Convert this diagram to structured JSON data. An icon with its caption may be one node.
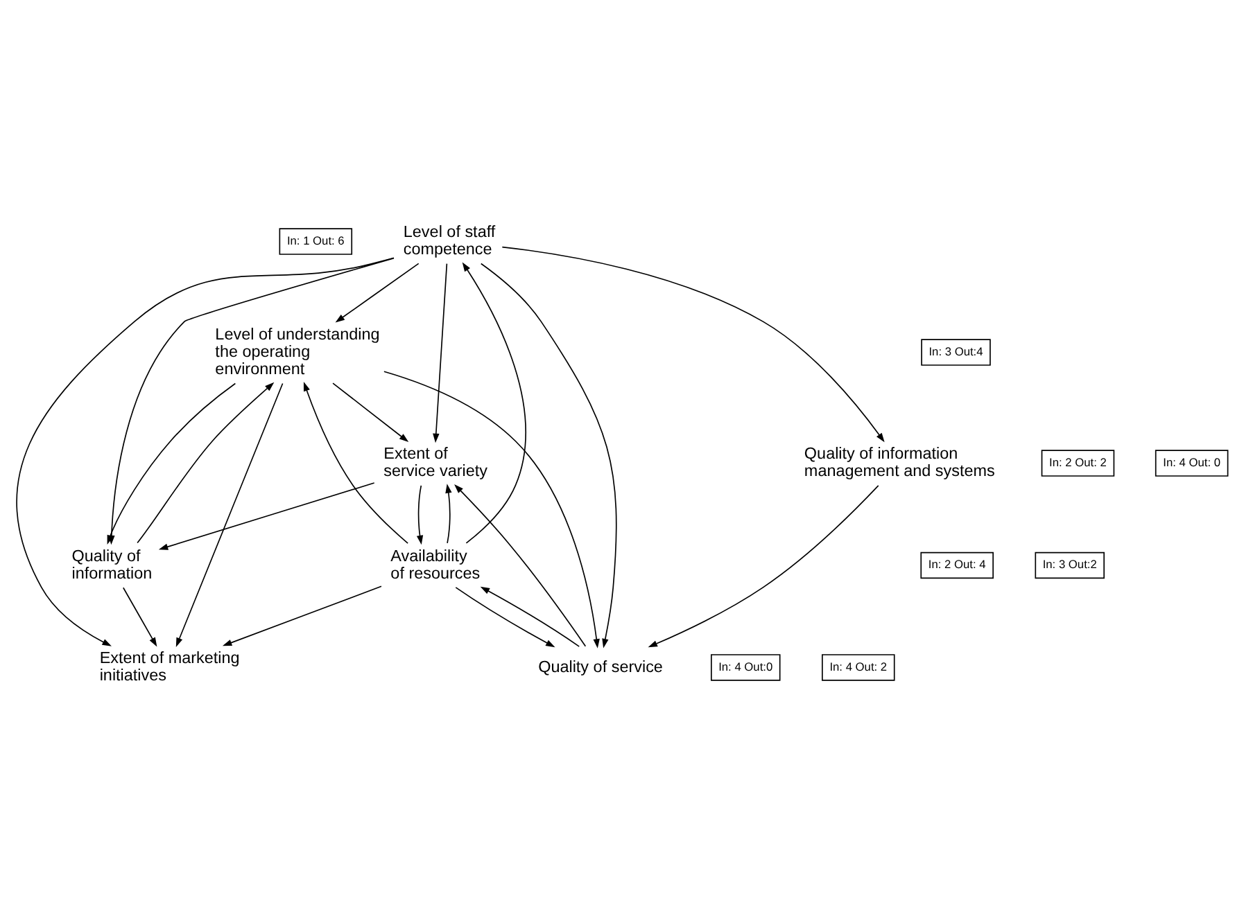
{
  "diagram": {
    "nodes": [
      {
        "text": [
          "In: 1 Out: 6"
        ]
      },
      {
        "text": [
          "Level of staff competence"
        ]
      },
      {
        "text": [
          "In: 2 Out: 4"
        ]
      },
      {
        "text": [
          "Availability of resources"
        ]
      },
      {
        "text": [
          "In: 3 Out:4"
        ]
      },
      {
        "text": [
          "Level of understanding the operating environment"
        ]
      },
      {
        "text": [
          "Quality of information"
        ]
      },
      {
        "text": [
          "In: 3 Out:2"
        ]
      },
      {
        "text": [
          "In: 4 Out:0"
        ]
      },
      {
        "text": [
          "Extent of marketing initiatives"
        ]
      },
      {
        "text": [
          "Quality of information management and systems"
        ]
      },
      {
        "text": [
          "In: 2 Out: 2"
        ]
      },
      {
        "text": [
          "In: 4 Out: 0"
        ]
      },
      {
        "text": [
          "Extent of service variety"
        ]
      },
      {
        "text": [
          "Quality of service"
        ]
      },
      {
        "text": [
          "In: 4 Out: 2"
        ]
      }
    ],
    "edges": [
      {
        "from": 1,
        "to": 6,
        "arrow": "to"
      },
      {
        "from": 1,
        "to": 10,
        "arrow": "to"
      },
      {
        "from": 1,
        "to": 14,
        "arrow": "to"
      },
      {
        "from": 1,
        "to": 5,
        "arrow": "to"
      },
      {
        "from": 1,
        "to": 9,
        "arrow": "to"
      },
      {
        "from": 1,
        "to": 13,
        "arrow": "to"
      },
      {
        "from": 3,
        "to": 1,
        "arrow": "to"
      },
      {
        "from": 3,
        "to": 5,
        "arrow": "to"
      },
      {
        "from": 3,
        "to": 14,
        "arrow": "to"
      },
      {
        "from": 3,
        "to": 9,
        "arrow": "to"
      },
      {
        "from": 3,
        "to": 13,
        "arrow": "to"
      },
      {
        "from": 13,
        "to": 3,
        "arrow": "to"
      },
      {
        "from": 5,
        "to": 9,
        "arrow": "to"
      },
      {
        "from": 5,
        "to": 13,
        "arrow": "to"
      },
      {
        "from": 5,
        "to": 6,
        "arrow": "to"
      },
      {
        "from": 5,
        "to": 14,
        "arrow": "to"
      },
      {
        "from": 6,
        "to": 5,
        "arrow": "to"
      },
      {
        "from": 6,
        "to": 9,
        "arrow": "to"
      },
      {
        "from": 13,
        "to": 6,
        "arrow": "to"
      },
      {
        "from": 10,
        "to": 14,
        "arrow": "to"
      },
      {
        "from": 14,
        "to": 3,
        "arrow": "to"
      },
      {
        "from": 14,
        "to": 13,
        "arrow": "to"
      }
    ]
  }
}
